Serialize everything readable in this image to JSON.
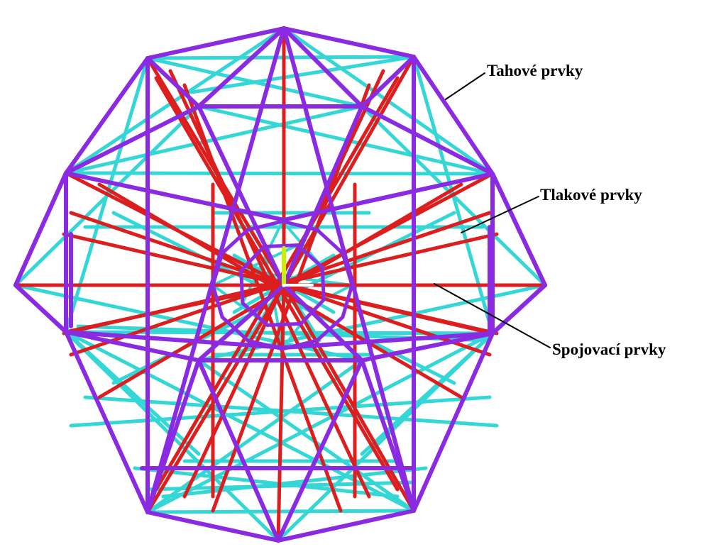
{
  "labels": {
    "tahove": "Tahové prvky",
    "tlakove": "Tlakové prvky",
    "spojovaci": "Spojovací prvky"
  },
  "colors": {
    "tahove": "#8a2be2",
    "tlakove": "#dc1e1e",
    "spojovaci": "#34d6d6",
    "axis": "#c8f000",
    "leader": "#000000"
  }
}
